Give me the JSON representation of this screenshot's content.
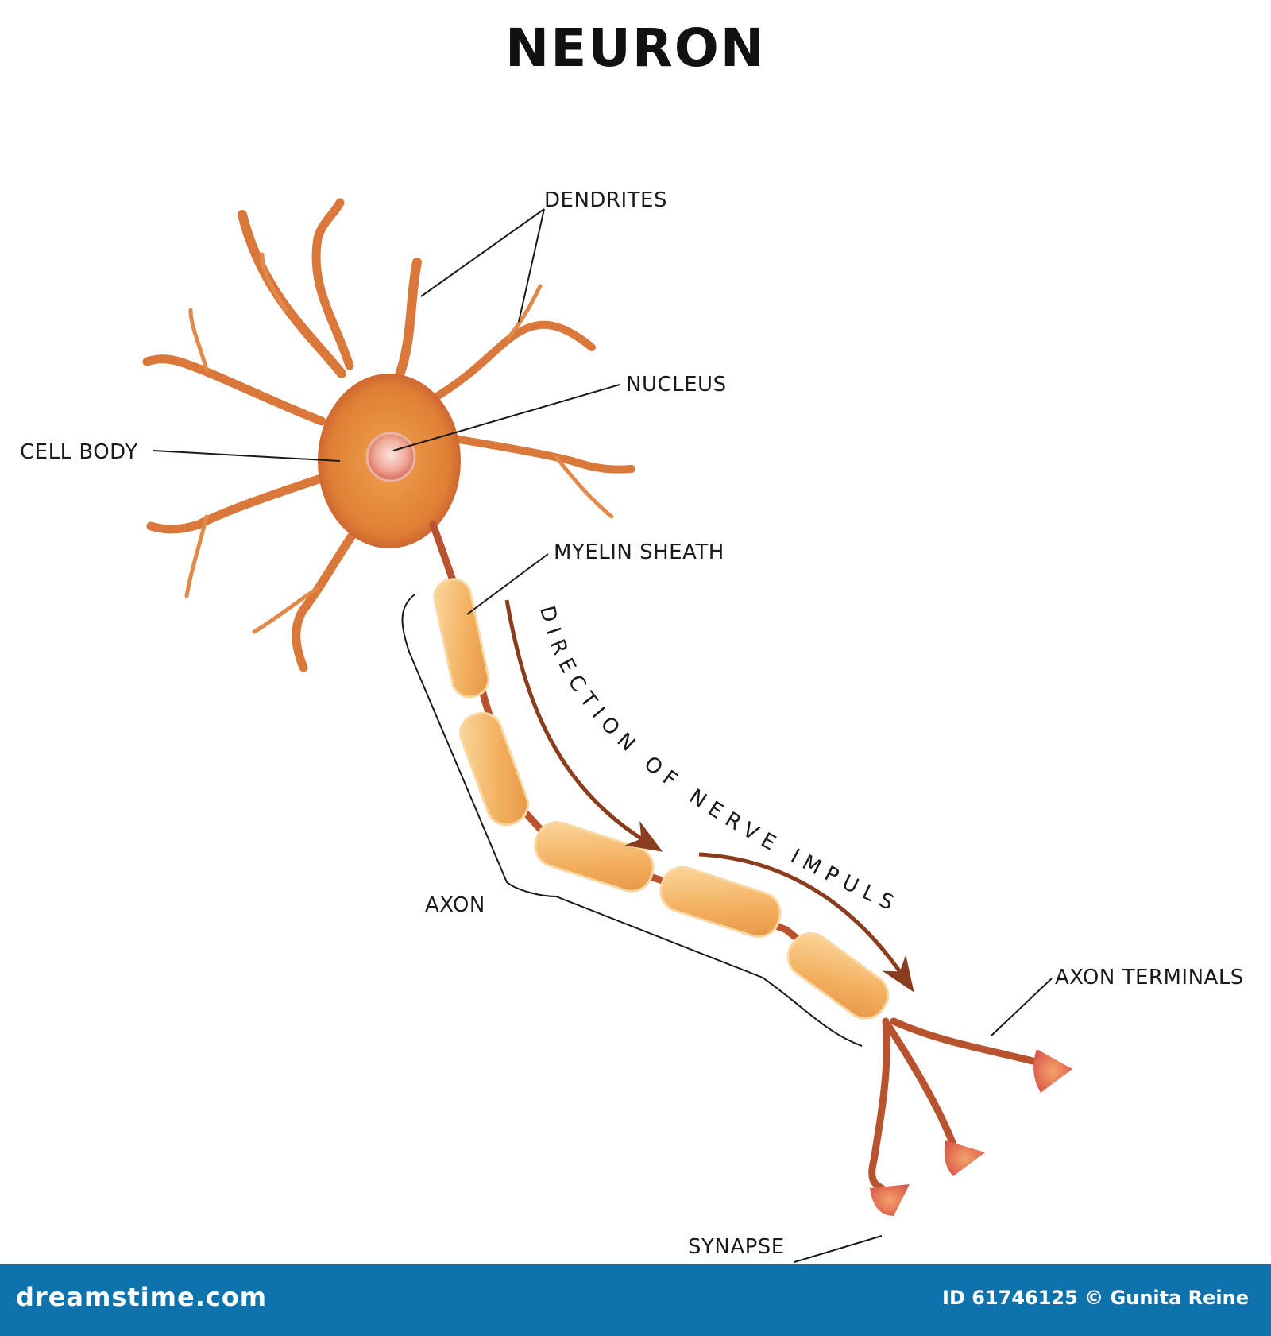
{
  "title": "NEURON",
  "labels": {
    "dendrites": "DENDRITES",
    "nucleus": "NUCLEUS",
    "cell_body": "CELL BODY",
    "myelin_sheath": "MYELIN SHEATH",
    "axon": "AXON",
    "axon_terminals": "AXON TERMINALS",
    "synapse": "SYNAPSE",
    "direction": "DIRECTION OF NERVE IMPULSE"
  },
  "footer": {
    "brand": "dreamstime.com",
    "credit": "ID 61746125 © Gunita Reine"
  },
  "colors": {
    "dendrite": "#e0894a",
    "dendrite_dark": "#c86a33",
    "cell_body": "#e3873a",
    "axon": "#b8532f",
    "myelin": "#f4b56a",
    "arrow": "#8a3d1c",
    "footer": "#0e73ad"
  }
}
